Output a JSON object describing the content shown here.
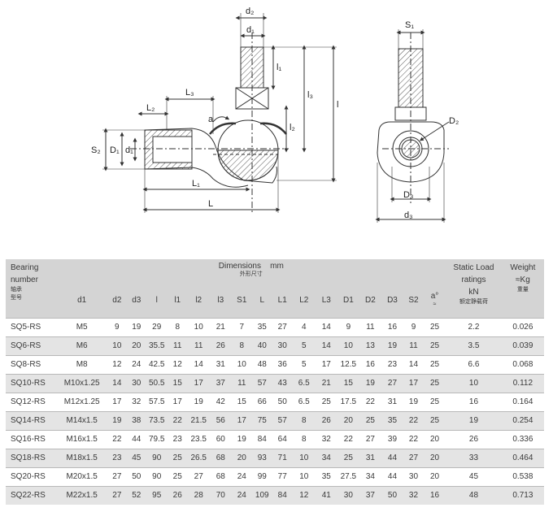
{
  "drawing": {
    "labels": {
      "d2": "d₂",
      "d1": "d₁",
      "l1": "l₁",
      "l3": "l₃",
      "l": "l",
      "l2": "l₂",
      "L3": "L₃",
      "L2": "L₂",
      "a": "a",
      "S2": "S₂",
      "D1": "D₁",
      "d1_left": "d₁",
      "L1": "L₁",
      "L": "L",
      "S1": "S₁",
      "D2": "D₂",
      "D3": "D₃",
      "d3": "d₃"
    }
  },
  "table": {
    "header": {
      "bearing_number": "Bearing number",
      "bearing_number_cn": "轴承",
      "model_cn": "型号",
      "dimensions": "Dimensions",
      "unit": "mm",
      "dimensions_cn": "外形尺寸",
      "static_load": "Static Load ratings",
      "kn": "kN",
      "static_load_cn": "额定静载荷",
      "weight": "Weight",
      "kg": "≈Kg",
      "weight_cn": "重量",
      "columns": [
        "d1",
        "d2",
        "d3",
        "l",
        "l1",
        "l2",
        "l3",
        "S1",
        "L",
        "L1",
        "L2",
        "L3",
        "D1",
        "D2",
        "D3",
        "S2",
        "a°"
      ],
      "a_sub": "≈"
    },
    "rows": [
      [
        "SQ5-RS",
        "M5",
        "9",
        "19",
        "29",
        "8",
        "10",
        "21",
        "7",
        "35",
        "27",
        "4",
        "14",
        "9",
        "11",
        "16",
        "9",
        "25",
        "2.2",
        "0.026"
      ],
      [
        "SQ6-RS",
        "M6",
        "10",
        "20",
        "35.5",
        "11",
        "11",
        "26",
        "8",
        "40",
        "30",
        "5",
        "14",
        "10",
        "13",
        "19",
        "11",
        "25",
        "3.5",
        "0.039"
      ],
      [
        "SQ8-RS",
        "M8",
        "12",
        "24",
        "42.5",
        "12",
        "14",
        "31",
        "10",
        "48",
        "36",
        "5",
        "17",
        "12.5",
        "16",
        "23",
        "14",
        "25",
        "6.6",
        "0.068"
      ],
      [
        "SQ10-RS",
        "M10x1.25",
        "14",
        "30",
        "50.5",
        "15",
        "17",
        "37",
        "11",
        "57",
        "43",
        "6.5",
        "21",
        "15",
        "19",
        "27",
        "17",
        "25",
        "10",
        "0.112"
      ],
      [
        "SQ12-RS",
        "M12x1.25",
        "17",
        "32",
        "57.5",
        "17",
        "19",
        "42",
        "15",
        "66",
        "50",
        "6.5",
        "25",
        "17.5",
        "22",
        "31",
        "19",
        "25",
        "16",
        "0.164"
      ],
      [
        "SQ14-RS",
        "M14x1.5",
        "19",
        "38",
        "73.5",
        "22",
        "21.5",
        "56",
        "17",
        "75",
        "57",
        "8",
        "26",
        "20",
        "25",
        "35",
        "22",
        "25",
        "19",
        "0.254"
      ],
      [
        "SQ16-RS",
        "M16x1.5",
        "22",
        "44",
        "79.5",
        "23",
        "23.5",
        "60",
        "19",
        "84",
        "64",
        "8",
        "32",
        "22",
        "27",
        "39",
        "22",
        "20",
        "26",
        "0.336"
      ],
      [
        "SQ18-RS",
        "M18x1.5",
        "23",
        "45",
        "90",
        "25",
        "26.5",
        "68",
        "20",
        "93",
        "71",
        "10",
        "34",
        "25",
        "31",
        "44",
        "27",
        "20",
        "33",
        "0.464"
      ],
      [
        "SQ20-RS",
        "M20x1.5",
        "27",
        "50",
        "90",
        "25",
        "27",
        "68",
        "24",
        "99",
        "77",
        "10",
        "35",
        "27.5",
        "34",
        "44",
        "30",
        "20",
        "45",
        "0.538"
      ],
      [
        "SQ22-RS",
        "M22x1.5",
        "27",
        "52",
        "95",
        "26",
        "28",
        "70",
        "24",
        "109",
        "84",
        "12",
        "41",
        "30",
        "37",
        "50",
        "32",
        "16",
        "48",
        "0.713"
      ]
    ]
  }
}
